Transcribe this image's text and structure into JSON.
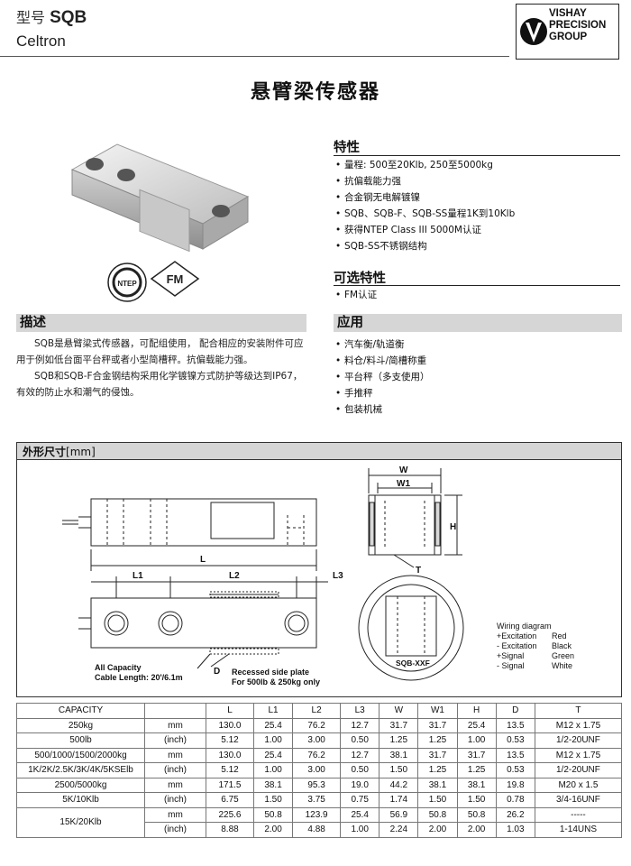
{
  "header": {
    "model_prefix": "型号",
    "model_name": "SQB",
    "brand": "Celtron",
    "logo_lines": [
      "VISHAY",
      "PRECISION",
      "GROUP"
    ]
  },
  "title": "悬臂梁传感器",
  "features": {
    "heading": "特性",
    "items": [
      "量程: 500至20Klb, 250至5000kg",
      "抗偏载能力强",
      "合金钢无电解镀镍",
      "SQB、SQB-F、SQB-SS量程1K到10Klb",
      "获得NTEP Class III 5000M认证",
      "SQB-SS不锈钢结构"
    ]
  },
  "options": {
    "heading": "可选特性",
    "items": [
      "FM认证"
    ]
  },
  "certs": {
    "fm": "FM",
    "ntep": "NTEP"
  },
  "description": {
    "heading": "描述",
    "paragraphs": [
      "SQB是悬臂梁式传感器，可配组使用， 配合相应的安装附件可应用于例如低台面平台秤或者小型简槽秤。抗偏载能力强。",
      "SQB和SQB-F合金钢结构采用化学镀镍方式防护等级达到IP67，有效的防止水和潮气的侵蚀。"
    ]
  },
  "applications": {
    "heading": "应用",
    "items": [
      "汽车衡/轨道衡",
      "料仓/料斗/简槽称重",
      "平台秤（多支使用）",
      "手推秤",
      "包装机械"
    ]
  },
  "dimensions": {
    "heading": "外形尺寸",
    "unit": "[mm]",
    "labels": {
      "L": "L",
      "L1": "L1",
      "L2": "L2",
      "L3": "L3",
      "W": "W",
      "W1": "W1",
      "H": "H",
      "T": "T",
      "D": "D",
      "all_capacity": "All Capacity",
      "cable_length": "Cable Length: 20'/6.1m",
      "recessed": "Recessed side plate",
      "recessed2": "For 500lb & 250kg only",
      "xxf": "SQB-XXF"
    },
    "wiring": {
      "title": "Wiring diagram",
      "rows": [
        {
          "name": "+Excitation",
          "color": "Red"
        },
        {
          "name": "- Excitation",
          "color": "Black"
        },
        {
          "name": "+Signal",
          "color": "Green"
        },
        {
          "name": "- Signal",
          "color": "White"
        }
      ]
    }
  },
  "spec_table": {
    "headers": [
      "CAPACITY",
      "",
      "L",
      "L1",
      "L2",
      "L3",
      "W",
      "W1",
      "H",
      "D",
      "T"
    ],
    "rows": [
      [
        "250kg",
        "mm",
        "130.0",
        "25.4",
        "76.2",
        "12.7",
        "31.7",
        "31.7",
        "25.4",
        "13.5",
        "M12 x 1.75"
      ],
      [
        "500lb",
        "(inch)",
        "5.12",
        "1.00",
        "3.00",
        "0.50",
        "1.25",
        "1.25",
        "1.00",
        "0.53",
        "1/2-20UNF"
      ],
      [
        "500/1000/1500/2000kg",
        "mm",
        "130.0",
        "25.4",
        "76.2",
        "12.7",
        "38.1",
        "31.7",
        "31.7",
        "13.5",
        "M12 x 1.75"
      ],
      [
        "1K/2K/2.5K/3K/4K/5KSElb",
        "(inch)",
        "5.12",
        "1.00",
        "3.00",
        "0.50",
        "1.50",
        "1.25",
        "1.25",
        "0.53",
        "1/2-20UNF"
      ],
      [
        "2500/5000kg",
        "mm",
        "171.5",
        "38.1",
        "95.3",
        "19.0",
        "44.2",
        "38.1",
        "38.1",
        "19.8",
        "M20 x 1.5"
      ],
      [
        "5K/10Klb",
        "(inch)",
        "6.75",
        "1.50",
        "3.75",
        "0.75",
        "1.74",
        "1.50",
        "1.50",
        "0.78",
        "3/4-16UNF"
      ]
    ],
    "last": {
      "capacity": "15K/20Klb",
      "mm": [
        "mm",
        "225.6",
        "50.8",
        "123.9",
        "25.4",
        "56.9",
        "50.8",
        "50.8",
        "26.2",
        "-----"
      ],
      "inch": [
        "(inch)",
        "8.88",
        "2.00",
        "4.88",
        "1.00",
        "2.24",
        "2.00",
        "2.00",
        "1.03",
        "1-14UNS"
      ]
    }
  }
}
